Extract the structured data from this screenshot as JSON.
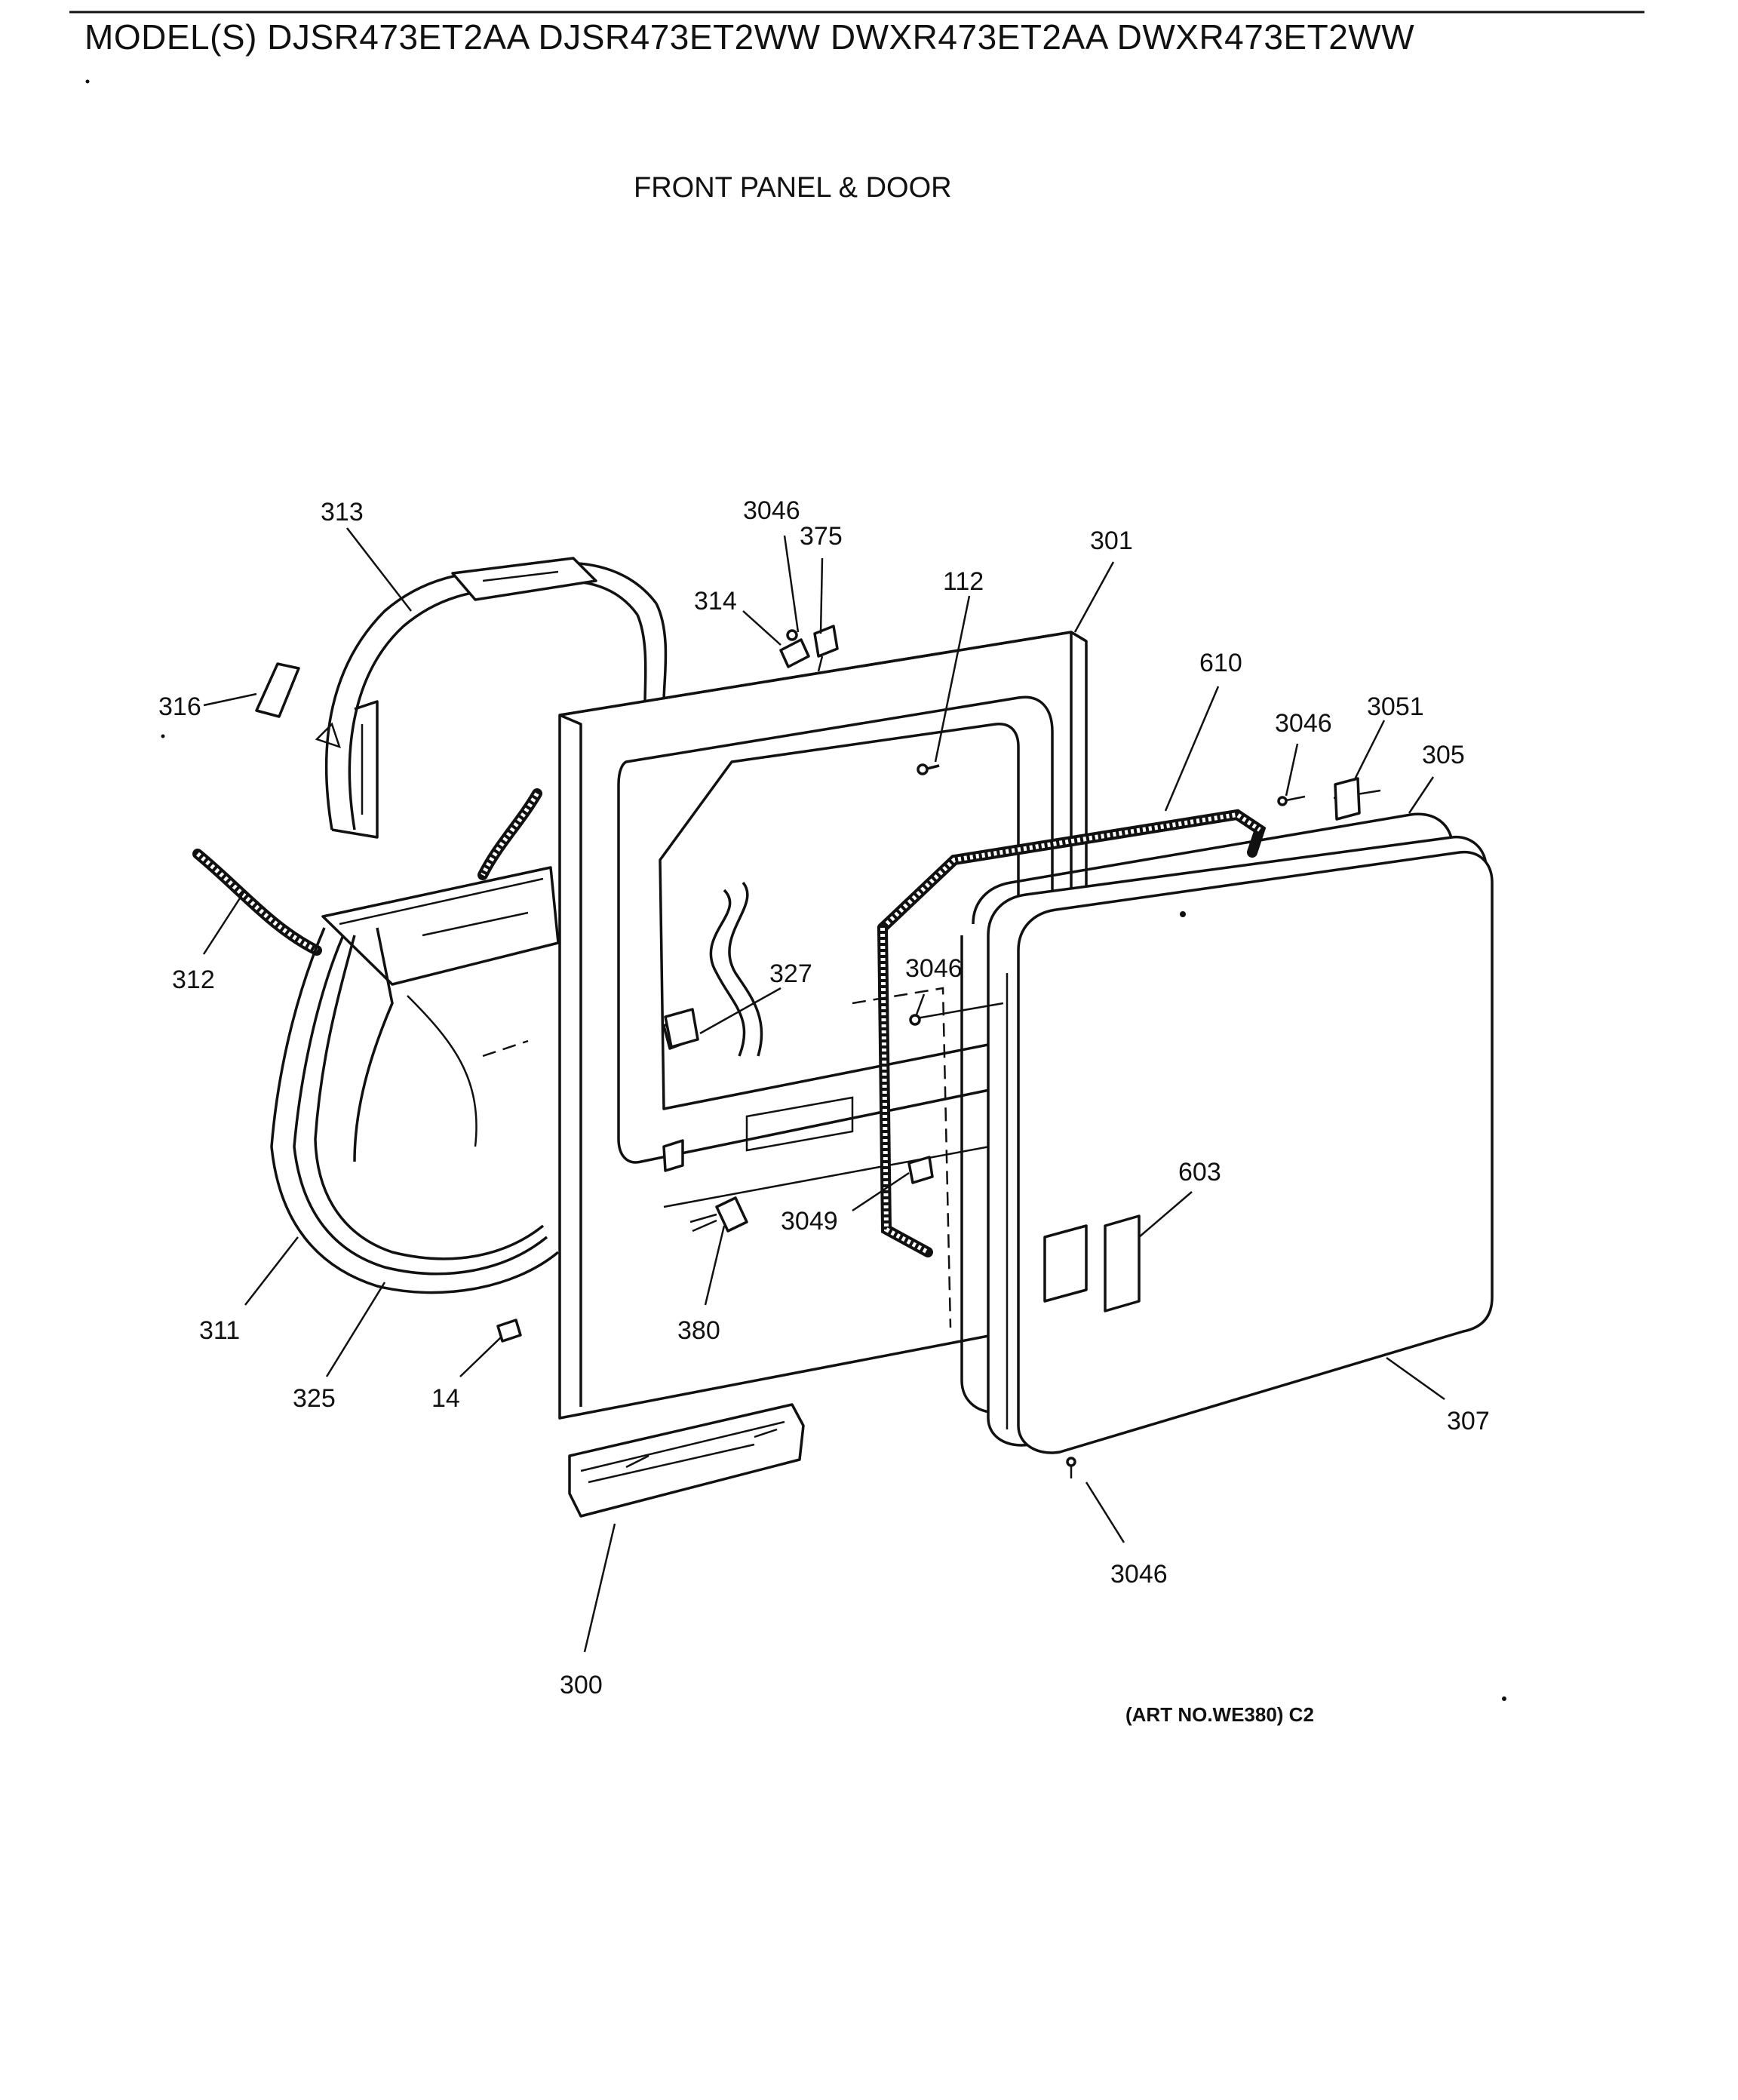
{
  "header": {
    "models": "MODEL(S) DJSR473ET2AA  DJSR473ET2WW  DWXR473ET2AA  DWXR473ET2WW"
  },
  "diagram": {
    "title": "FRONT PANEL & DOOR",
    "art_number": "(ART NO.WE380) C2",
    "callouts": [
      "313",
      "3046",
      "375",
      "301",
      "314",
      "112",
      "610",
      "3046",
      "3051",
      "305",
      "316",
      "312",
      "327",
      "3046",
      "603",
      "3049",
      "311",
      "325",
      "14",
      "380",
      "307",
      "3046",
      "300"
    ]
  }
}
